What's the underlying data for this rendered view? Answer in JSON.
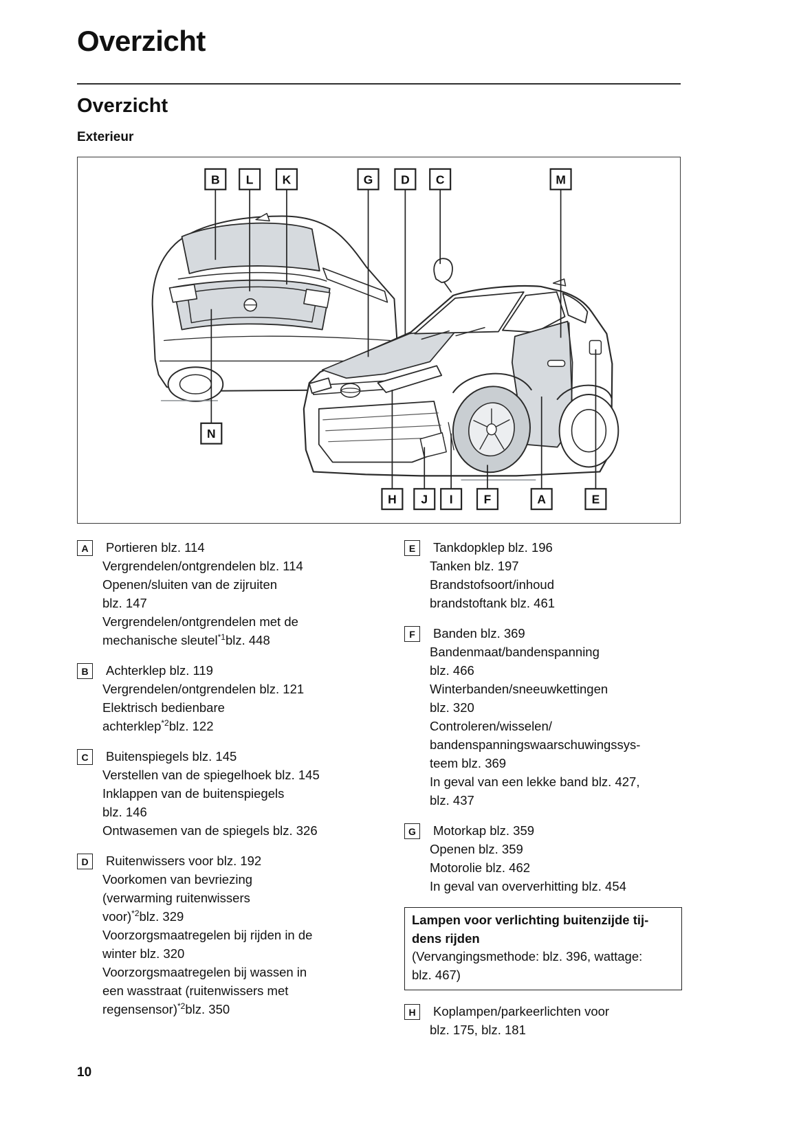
{
  "page": {
    "title": "Overzicht",
    "section_title": "Overzicht",
    "subsection_title": "Exterieur",
    "page_number": "10"
  },
  "figure": {
    "callouts": {
      "top": [
        "B",
        "L",
        "K",
        "G",
        "D",
        "C",
        "M"
      ],
      "left": [
        "N"
      ],
      "bottom": [
        "H",
        "J",
        "I",
        "F",
        "A",
        "E"
      ]
    }
  },
  "columns": {
    "left": [
      {
        "label": "A",
        "lines": [
          "Portieren blz. 114",
          "Vergrendelen/ontgrendelen blz. 114",
          "Openen/sluiten van de zijruiten",
          "blz. 147",
          "Vergrendelen/ontgrendelen met de",
          "mechanische sleutel*1blz. 448"
        ]
      },
      {
        "label": "B",
        "lines": [
          "Achterklep blz. 119",
          "Vergrendelen/ontgrendelen blz. 121",
          "Elektrisch bedienbare",
          "achterklep*2blz. 122"
        ]
      },
      {
        "label": "C",
        "lines": [
          "Buitenspiegels blz. 145",
          "Verstellen van de spiegelhoek blz. 145",
          "Inklappen van de buitenspiegels",
          "blz. 146",
          "Ontwasemen van de spiegels blz. 326"
        ]
      },
      {
        "label": "D",
        "lines": [
          "Ruitenwissers voor blz. 192",
          "Voorkomen van bevriezing",
          "(verwarming ruitenwissers",
          "voor)*2blz. 329",
          "Voorzorgsmaatregelen bij rijden in de",
          "winter blz. 320",
          "Voorzorgsmaatregelen bij wassen in",
          "een wasstraat (ruitenwissers met",
          "regensensor)*2blz. 350"
        ]
      }
    ],
    "right": [
      {
        "label": "E",
        "lines": [
          "Tankdopklep blz. 196",
          "Tanken blz. 197",
          "Brandstofsoort/inhoud",
          "brandstoftank blz. 461"
        ]
      },
      {
        "label": "F",
        "lines": [
          "Banden blz. 369",
          "Bandenmaat/bandenspanning",
          "blz. 466",
          "Winterbanden/sneeuwkettingen",
          "blz. 320",
          "Controleren/wisselen/",
          "bandenspanningswaarschuwingssys-",
          "teem blz. 369",
          "In geval van een lekke band blz. 427,",
          "blz. 437"
        ]
      },
      {
        "label": "G",
        "lines": [
          "Motorkap blz. 359",
          "Openen blz. 359",
          "Motorolie blz. 462",
          "In geval van oververhitting blz. 454"
        ]
      }
    ],
    "note_box": {
      "bold_lines": [
        "Lampen voor verlichting buitenzijde tij-",
        "dens rijden"
      ],
      "lines": [
        "(Vervangingsmethode: blz. 396, wattage:",
        "blz. 467)"
      ]
    },
    "right_after_box": [
      {
        "label": "H",
        "lines": [
          "Koplampen/parkeerlichten voor",
          "blz. 175, blz. 181"
        ]
      }
    ]
  },
  "colors": {
    "shade": "#d6dade",
    "line": "#2b2b2b"
  }
}
